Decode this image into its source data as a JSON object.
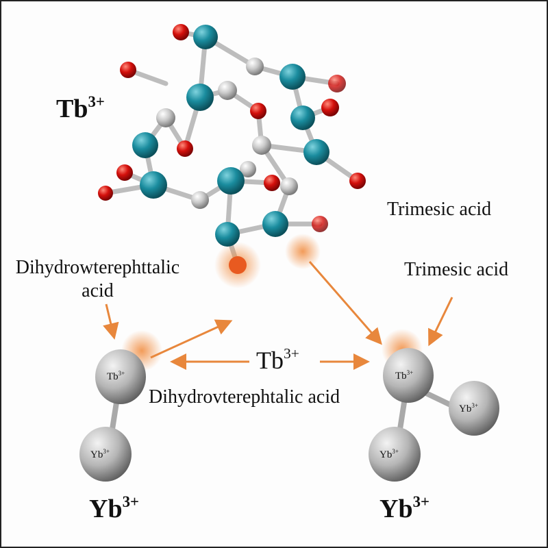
{
  "labels": {
    "tb_top": {
      "base": "Tb",
      "sup": "3+"
    },
    "trimesic_1": "Trimesic acid",
    "dihydro_left_line1": "Dihydrowterephttalic",
    "dihydro_left_line2": "acid",
    "trimesic_2": "Trimesic acid",
    "tb_center": {
      "base": "Tb",
      "sup": "3+"
    },
    "dihydro_center": "Dihydrovterephtalic acid",
    "yb_left": {
      "base": "Yb",
      "sup": "3+"
    },
    "yb_right": {
      "base": "Yb",
      "sup": "3+"
    }
  },
  "atoms": {
    "tb": {
      "base": "Tb",
      "sup": "3+"
    },
    "yb": {
      "base": "Yb",
      "sup": "3+"
    }
  },
  "colors": {
    "terbium_atom": "#1a8c9e",
    "carbon_atom": "#c9c9c9",
    "oxygen_atom": "#d4100c",
    "arrow": "#e8873c"
  }
}
